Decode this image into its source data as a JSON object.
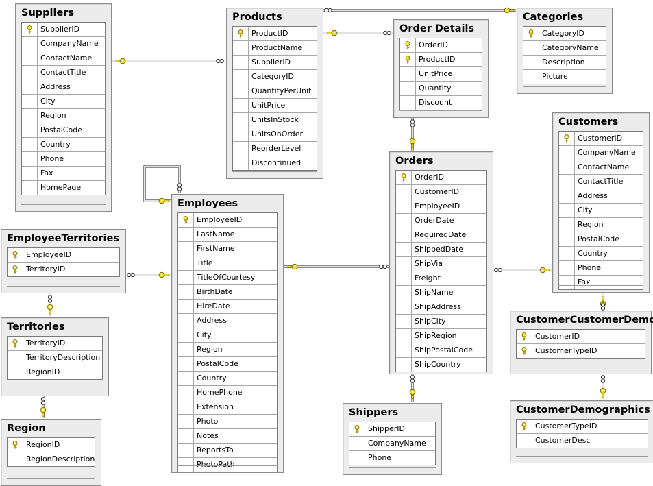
{
  "diagram": {
    "tables": [
      {
        "id": "suppliers",
        "name": "Suppliers",
        "columns": [
          {
            "name": "SupplierID",
            "key": true
          },
          {
            "name": "CompanyName"
          },
          {
            "name": "ContactName"
          },
          {
            "name": "ContactTitle"
          },
          {
            "name": "Address"
          },
          {
            "name": "City"
          },
          {
            "name": "Region"
          },
          {
            "name": "PostalCode"
          },
          {
            "name": "Country"
          },
          {
            "name": "Phone"
          },
          {
            "name": "Fax"
          },
          {
            "name": "HomePage"
          }
        ]
      },
      {
        "id": "products",
        "name": "Products",
        "columns": [
          {
            "name": "ProductID",
            "key": true
          },
          {
            "name": "ProductName"
          },
          {
            "name": "SupplierID"
          },
          {
            "name": "CategoryID"
          },
          {
            "name": "QuantityPerUnit"
          },
          {
            "name": "UnitPrice"
          },
          {
            "name": "UnitsInStock"
          },
          {
            "name": "UnitsOnOrder"
          },
          {
            "name": "ReorderLevel"
          },
          {
            "name": "Discontinued"
          }
        ]
      },
      {
        "id": "order-details",
        "name": "Order Details",
        "columns": [
          {
            "name": "OrderID",
            "key": true
          },
          {
            "name": "ProductID",
            "key": true
          },
          {
            "name": "UnitPrice"
          },
          {
            "name": "Quantity"
          },
          {
            "name": "Discount"
          }
        ]
      },
      {
        "id": "categories",
        "name": "Categories",
        "columns": [
          {
            "name": "CategoryID",
            "key": true
          },
          {
            "name": "CategoryName"
          },
          {
            "name": "Description"
          },
          {
            "name": "Picture"
          }
        ]
      },
      {
        "id": "customers",
        "name": "Customers",
        "columns": [
          {
            "name": "CustomerID",
            "key": true
          },
          {
            "name": "CompanyName"
          },
          {
            "name": "ContactName"
          },
          {
            "name": "ContactTitle"
          },
          {
            "name": "Address"
          },
          {
            "name": "City"
          },
          {
            "name": "Region"
          },
          {
            "name": "PostalCode"
          },
          {
            "name": "Country"
          },
          {
            "name": "Phone"
          },
          {
            "name": "Fax"
          }
        ]
      },
      {
        "id": "orders",
        "name": "Orders",
        "columns": [
          {
            "name": "OrderID",
            "key": true
          },
          {
            "name": "CustomerID"
          },
          {
            "name": "EmployeeID"
          },
          {
            "name": "OrderDate"
          },
          {
            "name": "RequiredDate"
          },
          {
            "name": "ShippedDate"
          },
          {
            "name": "ShipVia"
          },
          {
            "name": "Freight"
          },
          {
            "name": "ShipName"
          },
          {
            "name": "ShipAddress"
          },
          {
            "name": "ShipCity"
          },
          {
            "name": "ShipRegion"
          },
          {
            "name": "ShipPostalCode"
          },
          {
            "name": "ShipCountry"
          }
        ]
      },
      {
        "id": "employees",
        "name": "Employees",
        "columns": [
          {
            "name": "EmployeeID",
            "key": true
          },
          {
            "name": "LastName"
          },
          {
            "name": "FirstName"
          },
          {
            "name": "Title"
          },
          {
            "name": "TitleOfCourtesy"
          },
          {
            "name": "BirthDate"
          },
          {
            "name": "HireDate"
          },
          {
            "name": "Address"
          },
          {
            "name": "City"
          },
          {
            "name": "Region"
          },
          {
            "name": "PostalCode"
          },
          {
            "name": "Country"
          },
          {
            "name": "HomePhone"
          },
          {
            "name": "Extension"
          },
          {
            "name": "Photo"
          },
          {
            "name": "Notes"
          },
          {
            "name": "ReportsTo"
          },
          {
            "name": "PhotoPath"
          }
        ]
      },
      {
        "id": "employee-territories",
        "name": "EmployeeTerritories",
        "columns": [
          {
            "name": "EmployeeID",
            "key": true
          },
          {
            "name": "TerritoryID",
            "key": true
          }
        ]
      },
      {
        "id": "territories",
        "name": "Territories",
        "columns": [
          {
            "name": "TerritoryID",
            "key": true
          },
          {
            "name": "TerritoryDescription"
          },
          {
            "name": "RegionID"
          }
        ]
      },
      {
        "id": "region",
        "name": "Region",
        "columns": [
          {
            "name": "RegionID",
            "key": true
          },
          {
            "name": "RegionDescription"
          }
        ]
      },
      {
        "id": "shippers",
        "name": "Shippers",
        "columns": [
          {
            "name": "ShipperID",
            "key": true
          },
          {
            "name": "CompanyName"
          },
          {
            "name": "Phone"
          }
        ]
      },
      {
        "id": "customer-customer-demo",
        "name": "CustomerCustomerDemo",
        "columns": [
          {
            "name": "CustomerID",
            "key": true
          },
          {
            "name": "CustomerTypeID",
            "key": true
          }
        ]
      },
      {
        "id": "customer-demographics",
        "name": "CustomerDemographics",
        "columns": [
          {
            "name": "CustomerTypeID",
            "key": true
          },
          {
            "name": "CustomerDesc"
          }
        ]
      }
    ],
    "relationships": [
      {
        "one": "suppliers",
        "many": "products"
      },
      {
        "one": "categories",
        "many": "products"
      },
      {
        "one": "products",
        "many": "order-details"
      },
      {
        "one": "orders",
        "many": "order-details"
      },
      {
        "one": "employees",
        "many": "orders"
      },
      {
        "one": "customers",
        "many": "orders"
      },
      {
        "one": "shippers",
        "many": "orders"
      },
      {
        "one": "employees",
        "many": "employee-territories"
      },
      {
        "one": "employees",
        "many": "employees"
      },
      {
        "one": "territories",
        "many": "employee-territories"
      },
      {
        "one": "region",
        "many": "territories"
      },
      {
        "one": "customers",
        "many": "customer-customer-demo"
      },
      {
        "one": "customer-demographics",
        "many": "customer-customer-demo"
      }
    ],
    "colors": {
      "key": "#f2dd2b",
      "key_outline": "#7a6a00",
      "line": "#8a8a8a",
      "panel": "#ececec"
    }
  }
}
